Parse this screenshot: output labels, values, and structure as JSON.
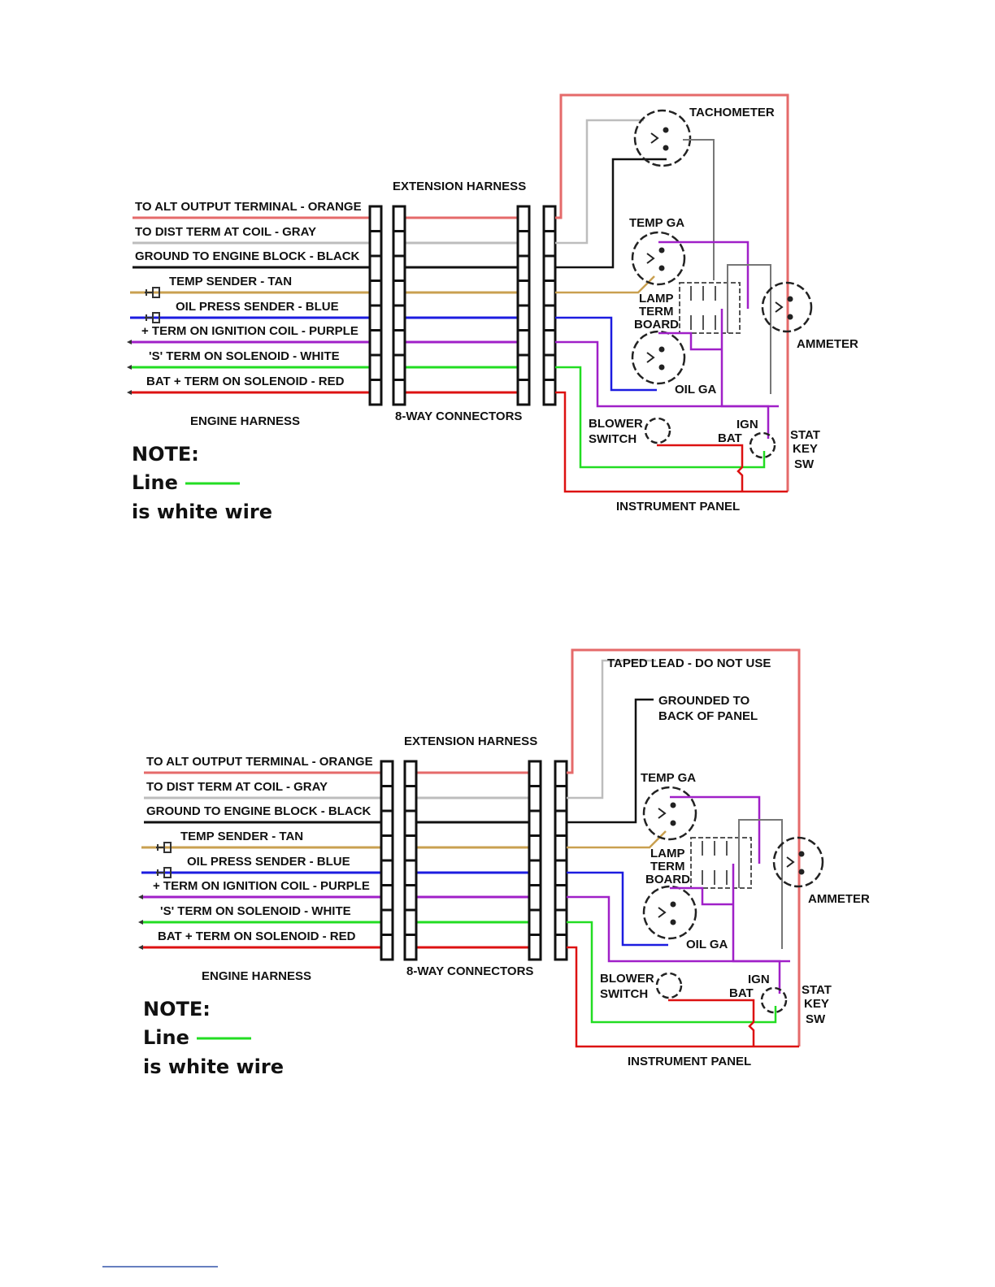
{
  "colors": {
    "orange_wire": "#e56a6a",
    "gray_wire": "#bdbdbd",
    "black_wire": "#111111",
    "tan_wire": "#c9a050",
    "blue_wire": "#1c1ce0",
    "purple_wire": "#a020c8",
    "white_wire_shown": "#22dd22",
    "red_wire": "#dd1111",
    "panel_border": "#e56a6a"
  },
  "diagrams": [
    {
      "engine_wires": [
        {
          "label": "TO ALT OUTPUT TERMINAL - ORANGE",
          "color": "orange_wire"
        },
        {
          "label": "TO DIST TERM AT COIL - GRAY",
          "color": "gray_wire"
        },
        {
          "label": "GROUND TO ENGINE BLOCK - BLACK",
          "color": "black_wire"
        },
        {
          "label": "TEMP SENDER - TAN",
          "color": "tan_wire"
        },
        {
          "label": "OIL PRESS SENDER - BLUE",
          "color": "blue_wire"
        },
        {
          "label": "+ TERM ON IGNITION COIL - PURPLE",
          "color": "purple_wire"
        },
        {
          "label": "'S' TERM ON SOLENOID - WHITE",
          "color": "white_wire_shown"
        },
        {
          "label": "BAT + TERM ON SOLENOID - RED",
          "color": "red_wire"
        }
      ],
      "extension_harness": "EXTENSION HARNESS",
      "connectors": "8-WAY CONNECTORS",
      "engine_harness": "ENGINE HARNESS",
      "top_label": "TACHOMETER",
      "top_label_2": "",
      "temp_ga": "TEMP GA",
      "lamp_term_board": [
        "LAMP",
        "TERM",
        "BOARD"
      ],
      "ammeter": "AMMETER",
      "oil_ga": "OIL GA",
      "blower_switch": [
        "BLOWER",
        "SWITCH"
      ],
      "ign": "IGN",
      "bat": "BAT",
      "stat_key_sw": [
        "STAT",
        "KEY",
        "SW"
      ],
      "instrument_panel": "INSTRUMENT PANEL",
      "note": {
        "title": "NOTE:",
        "line": "Line",
        "text": "is white wire"
      }
    },
    {
      "engine_wires": [
        {
          "label": "TO ALT OUTPUT TERMINAL - ORANGE",
          "color": "orange_wire"
        },
        {
          "label": "TO DIST TERM AT COIL - GRAY",
          "color": "gray_wire"
        },
        {
          "label": "GROUND TO ENGINE BLOCK - BLACK",
          "color": "black_wire"
        },
        {
          "label": "TEMP SENDER - TAN",
          "color": "tan_wire"
        },
        {
          "label": "OIL PRESS SENDER - BLUE",
          "color": "blue_wire"
        },
        {
          "label": "+ TERM ON IGNITION COIL - PURPLE",
          "color": "purple_wire"
        },
        {
          "label": "'S' TERM ON SOLENOID - WHITE",
          "color": "white_wire_shown"
        },
        {
          "label": "BAT + TERM ON SOLENOID - RED",
          "color": "red_wire"
        }
      ],
      "extension_harness": "EXTENSION HARNESS",
      "connectors": "8-WAY CONNECTORS",
      "engine_harness": "ENGINE HARNESS",
      "top_label": "TAPED LEAD - DO NOT USE",
      "top_label_2": [
        "GROUNDED TO",
        "BACK OF PANEL"
      ],
      "temp_ga": "TEMP GA",
      "lamp_term_board": [
        "LAMP",
        "TERM",
        "BOARD"
      ],
      "ammeter": "AMMETER",
      "oil_ga": "OIL GA",
      "blower_switch": [
        "BLOWER",
        "SWITCH"
      ],
      "ign": "IGN",
      "bat": "BAT",
      "stat_key_sw": [
        "STAT",
        "KEY",
        "SW"
      ],
      "instrument_panel": "INSTRUMENT PANEL",
      "note": {
        "title": "NOTE:",
        "line": "Line",
        "text": "is white wire"
      }
    }
  ]
}
